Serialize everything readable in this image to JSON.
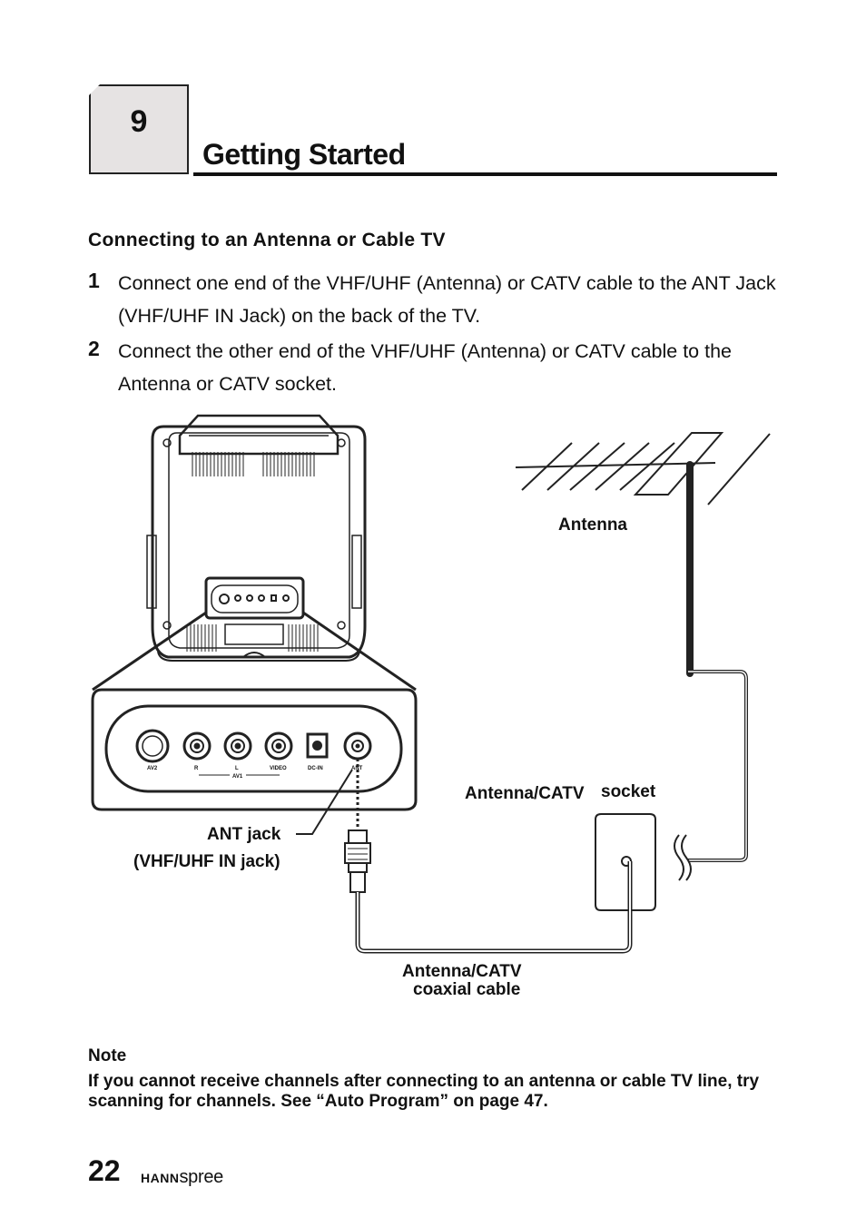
{
  "chapter": {
    "number": "9",
    "title": "Getting Started"
  },
  "section": {
    "heading": "Connecting to an Antenna or Cable TV"
  },
  "steps": [
    {
      "num": "1",
      "text": "Connect one end of the VHF/UHF (Antenna) or CATV cable to the ANT Jack (VHF/UHF IN Jack) on the back of the TV."
    },
    {
      "num": "2",
      "text": "Connect the other end of the VHF/UHF (Antenna) or CATV cable to the Antenna or CATV socket."
    }
  ],
  "diagram": {
    "labels": {
      "antenna": "Antenna",
      "socket_a": "Antenna/CATV",
      "socket_b": "socket",
      "ant_jack": "ANT jack",
      "ant_jack_sub": "(VHF/UHF IN jack)",
      "cable_a": "Antenna/CATV",
      "cable_b": "coaxial cable"
    },
    "port_labels": {
      "av2": "AV2",
      "r": "R",
      "l": "L",
      "video": "VIDEO",
      "dcin": "DC-IN",
      "ant": "ANT",
      "av1": "AV1"
    }
  },
  "note": {
    "label": "Note",
    "text": "If you cannot receive channels after connecting to an antenna or cable TV line, try scanning for channels. See “Auto Program” on page 47."
  },
  "footer": {
    "page": "22",
    "brand_bold": "HANN",
    "brand_light": "spree"
  }
}
